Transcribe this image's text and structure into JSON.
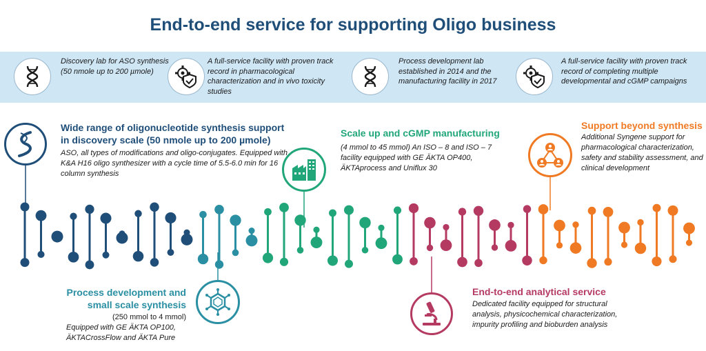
{
  "title": "End-to-end service for supporting Oligo business",
  "banner": {
    "items": [
      {
        "icon": "dna-icon",
        "text": "Discovery lab for ASO synthesis (50 nmole up to 200 µmole)"
      },
      {
        "icon": "gear-shield-icon",
        "text": "A full-service facility with proven track record in pharmacological characterization and  in vivo toxicity studies"
      },
      {
        "icon": "dna-icon",
        "text": "Process development lab established in 2014 and the manufacturing facility in 2017"
      },
      {
        "icon": "gear-shield-icon",
        "text": "A full-service facility with proven track record of completing multiple developmental and cGMP campaigns"
      }
    ]
  },
  "stages": [
    {
      "heading": "Wide range of oligonucleotide synthesis support in discovery scale (50 nmole up to 200 µmole)",
      "body": "ASO, all types of modifications and oligo-conjugates. Equipped with K&A H16 oligo synthesizer with a cycle time of 5.5-6.0 min for 16 column synthesis",
      "color": "#1f4e79",
      "icon": "dna-strand-icon"
    },
    {
      "heading": "Process development and small scale synthesis",
      "subheading": "(250 mmol to 4 mmol)",
      "body": "Equipped with GE ÄKTA OP100, ÄKTACrossFlow and ÄKTA Pure",
      "color": "#2a8fa3",
      "icon": "molecule-icon"
    },
    {
      "heading": "Scale up and cGMP manufacturing",
      "body": "(4 mmol to 45 mmol) An ISO – 8 and ISO – 7 facility equipped with GE ÄKTA OP400, ÄKTAprocess and Uniflux 30",
      "color": "#21a67a",
      "icon": "factory-icon"
    },
    {
      "heading": "End-to-end analytical service",
      "body": "Dedicated facility equipped for structural analysis, physicochemical characterization, impurity profiling and bioburden analysis",
      "color": "#b53a62",
      "icon": "microscope-icon"
    },
    {
      "heading": "Support beyond synthesis",
      "body": "Additional Syngene support for pharmacological characterization,  safety and stability  assessment, and clinical development",
      "color": "#f07a24",
      "icon": "network-people-icon"
    }
  ]
}
